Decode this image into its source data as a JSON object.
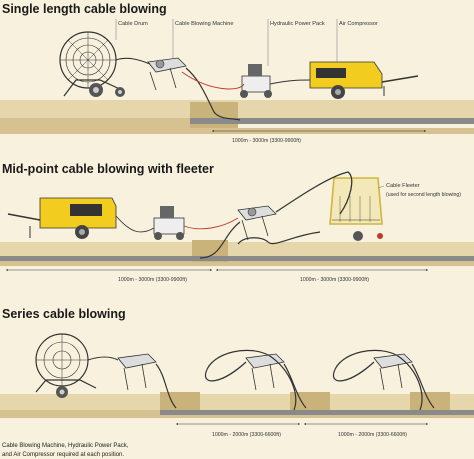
{
  "sections": [
    {
      "title": "Single length cable blowing",
      "labels": {
        "drum": "Cable Drum",
        "machine": "Cable Blowing Machine",
        "hpu": "Hydraulic Power Pack",
        "compressor": "Air Compressor"
      },
      "distance": "1000m - 3000m (3300-9900ft)"
    },
    {
      "title": "Mid-point cable blowing with fleeter",
      "labels": {
        "fleeter": "Cable Fleeter",
        "fleeter_note": "(used for second length blowing)"
      },
      "distance_left": "1000m - 3000m (3300-9900ft)",
      "distance_right": "1000m - 3000m (3300-9900ft)"
    },
    {
      "title": "Series cable blowing",
      "distance_1": "1000m - 2000m (3300-6600ft)",
      "distance_2": "1000m - 2000m (3300-6600ft)",
      "footnote_line1": "Cable Blowing Machine, Hydraulic Power Pack,",
      "footnote_line2": "and Air Compressor required at each position."
    }
  ],
  "colors": {
    "background": "#f7f1de",
    "ground_top": "#e6d6ac",
    "ground_front": "#d6c290",
    "compressor": "#f2cc1f",
    "duct": "#7a7a7a",
    "cable": "#333333",
    "hose_red": "#c0392b"
  }
}
